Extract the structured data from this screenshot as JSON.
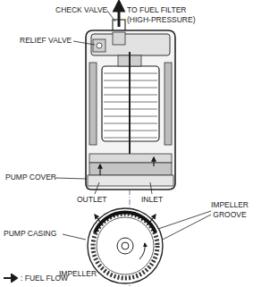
{
  "diagram": {
    "labels": [
      "CHECK VALVE",
      "TO FUEL FILTER (HIGH-PRESSURE)",
      "RELIEF VALVE",
      "PUMP COVER",
      "OUTLET",
      "INLET",
      "IMPELLER GROOVE",
      "PUMP CASING",
      "IMPELLER"
    ],
    "legend": [
      {
        "text": ": FUEL FLOW"
      }
    ]
  }
}
